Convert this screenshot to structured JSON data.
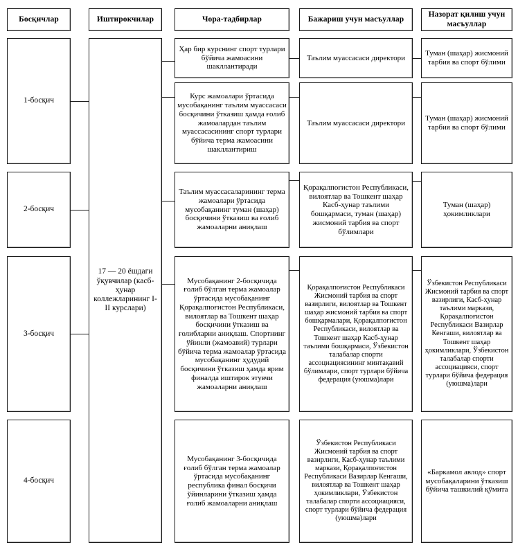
{
  "header": {
    "columns": [
      {
        "id": "stages",
        "label": "Босқичлар"
      },
      {
        "id": "participants",
        "label": "Иштирокчилар"
      },
      {
        "id": "measures",
        "label": "Чора-тадбирлар"
      },
      {
        "id": "executors",
        "label": "Бажариш учун масъуллар"
      },
      {
        "id": "controllers",
        "label": "Назорат қилиш учун масъуллар"
      }
    ]
  },
  "participants": {
    "label": "17 — 20 ёшдаги ўқувчилар (касб-ҳунар коллежларининг I-II курслари)"
  },
  "stages": [
    {
      "label": "1-босқич"
    },
    {
      "label": "2-босқич"
    },
    {
      "label": "3-босқич"
    },
    {
      "label": "4-босқич"
    }
  ],
  "measures": [
    {
      "stage": "1-босқич",
      "text": "Ҳар бир курснинг спорт турлари бўйича жамоасини шакллантиради"
    },
    {
      "stage": "1-босқич",
      "text": "Курс жамоалари ўртасида мусобақанинг таълим муассасаси босқичини ўтказиш ҳамда ғолиб жамоалардан таълим муассасасининг спорт турлари бўйича терма жамоасини шакллантириш"
    },
    {
      "stage": "2-босқич",
      "text": "Таълим муассасаларининг терма жамоалари ўртасида мусобақанинг туман (шаҳар) босқичини ўтказиш ва ғолиб жамоаларни аниқлаш"
    },
    {
      "stage": "3-босқич",
      "text": "Мусобақанинг 2-босқичида ғолиб бўлган терма жамоалар ўртасида мусобақанинг Қорақалпоғистон Республикаси, вилоятлар ва Тошкент шаҳар босқичини ўтказиш ва ғолибларни аниқлаш. Спортнинг ўйинли (жамоавий) турлари бўйича терма жамоалар ўртасида мусобақанинг ҳудудий босқичини ўтказиш ҳамда ярим финалда иштирок этувчи жамоаларни аниқлаш"
    },
    {
      "stage": "4-босқич",
      "text": "Мусобақанинг 3-босқичида ғолиб бўлган терма жамоалар ўртасида мусобақанинг республика финал босқичи ўйинларини ўтказиш ҳамда ғолиб жамоаларни аниқлаш"
    }
  ],
  "executors": [
    {
      "stage": "1-босқич",
      "text": "Таълим муассасаси директори"
    },
    {
      "stage": "1-босқич",
      "text": "Таълим муассасаси директори"
    },
    {
      "stage": "2-босқич",
      "text": "Қорақалпоғистон Республикаси, вилоятлар ва Тошкент шаҳар Касб-ҳунар таълими бошқармаси, туман (шаҳар) жисмоний тарбия ва спорт бўлимлари"
    },
    {
      "stage": "3-босқич",
      "text": "Қорақалпоғистон Республикаси Жисмоний тарбия ва спорт вазирлиги, вилоятлар ва Тошкент шаҳар жисмоний тарбия ва спорт бошқармалари, Қорақалпоғистон Республикаси, вилоятлар ва Тошкент шаҳар Касб-ҳунар таълими бошқармаси, Ўзбекистон талабалар спорти ассоциациясининг минтақавий бўлимлари, спорт турлари бўйича федерация (уюшма)лари"
    },
    {
      "stage": "4-босқич",
      "text": "Ўзбекистон Республикаси Жисмоний тарбия ва спорт вазирлиги, Касб-ҳунар таълими маркази, Қорақалпоғистон Республикаси Вазирлар Кенгаши, вилоятлар ва Тошкент шаҳар ҳокимликлари, Ўзбекистон талабалар спорти ассоциацияси, спорт турлари бўйича федерация (уюшма)лари"
    }
  ],
  "controllers": [
    {
      "stage": "1-босқич",
      "text": "Туман (шаҳар) жисмоний тарбия ва спорт бўлими"
    },
    {
      "stage": "1-босқич",
      "text": "Туман (шаҳар) жисмоний тарбия ва спорт бўлими"
    },
    {
      "stage": "2-босқич",
      "text": "Туман (шаҳар) ҳокимликлари"
    },
    {
      "stage": "3-босқич",
      "text": "Ўзбекистон Республикаси Жисмоний тарбия ва спорт вазирлиги, Касб-ҳунар таълими маркази, Қорақалпоғистон Республикаси Вазирлар Кенгаши, вилоятлар ва Тошкент шаҳар ҳокимликлари, Ўзбекистон талабалар спорти ассоциацияси, спорт турлари бўйича федерация (уюшма)лари"
    },
    {
      "stage": "4-босқич",
      "text": "«Баркамол авлод» спорт мусобақаларини ўтказиш бўйича ташкилий қўмита"
    }
  ]
}
